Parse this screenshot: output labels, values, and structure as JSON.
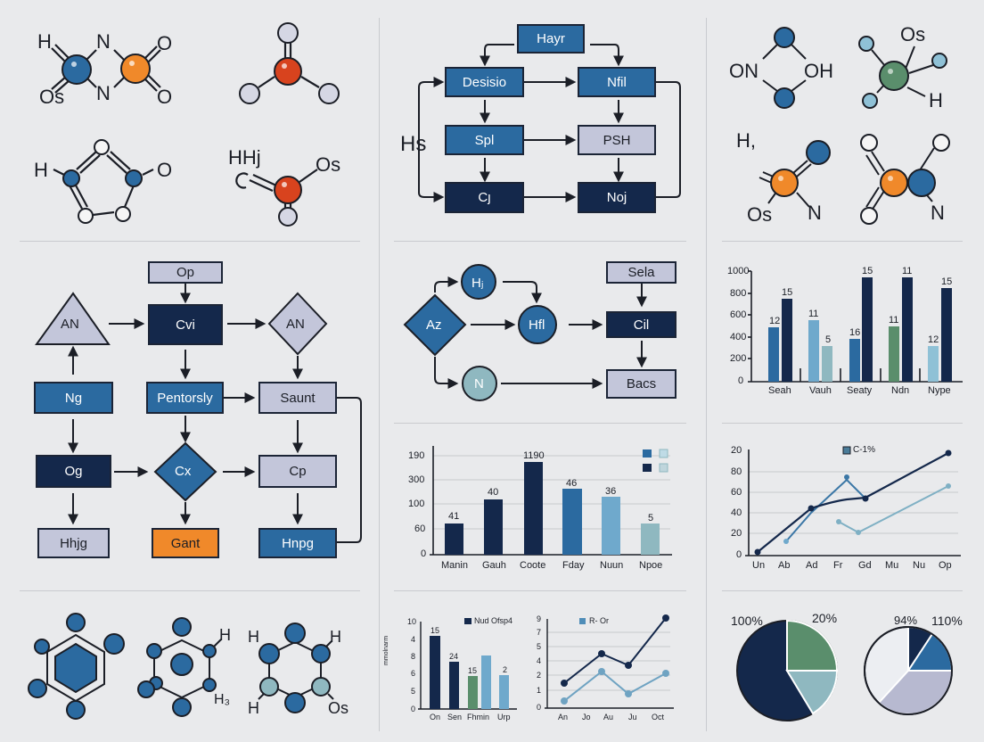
{
  "colors": {
    "background": "#e9eaec",
    "navy": "#14284b",
    "blue": "#2b6aa0",
    "light_blue": "#8fc1d6",
    "lavender": "#c3c6da",
    "orange": "#f0892a",
    "red": "#d8431e",
    "green": "#5a8e6c",
    "teal": "#8fb8c0"
  },
  "molecules_top_left": {
    "m1": {
      "labels": [
        "H",
        "N",
        "O",
        "Os",
        "N",
        "O"
      ]
    },
    "m2": {
      "labels": []
    },
    "m3": {
      "labels": [
        "H",
        "O"
      ]
    },
    "m4": {
      "labels": [
        "HHj",
        "Os"
      ]
    }
  },
  "flow_top": {
    "nodes": {
      "hayr": "Hayr",
      "desisio": "Desisio",
      "nfil": "Nfil",
      "spl": "Spl",
      "psh": "PSH",
      "cj": "Cȷ",
      "noj": "Noj"
    },
    "side_label": "Hs"
  },
  "molecules_top_right": {
    "m1": {
      "labels": [
        "ON",
        "OH"
      ]
    },
    "m2": {
      "labels": [
        "Os",
        "H"
      ]
    },
    "m3": {
      "labels": [
        "H,",
        "Os",
        "N"
      ]
    },
    "m4": {
      "labels": [
        "N"
      ]
    }
  },
  "flow_left": {
    "nodes": {
      "op": "Op",
      "an_triangle": "AN",
      "cvi": "Cvi",
      "an_diamond": "AN",
      "ng": "Ng",
      "pentorsly": "Pentorsly",
      "saunt": "Saunt",
      "og": "Og",
      "cx": "Cx",
      "cp": "Cp",
      "hhjg": "Hhjg",
      "gant": "Gant",
      "hnpg": "Hnpg"
    }
  },
  "flow_center": {
    "nodes": {
      "az": "Az",
      "hj": "Hⱼ",
      "hfl": "Hfl",
      "n": "N",
      "sela": "Sela",
      "cil": "Cil",
      "bacs": "Bacs"
    }
  },
  "molecules_bottom_left": {
    "m2": {
      "labels": [
        "H",
        "H₃"
      ]
    },
    "m3": {
      "labels": [
        "H",
        "H",
        "H",
        "Os"
      ]
    }
  },
  "chart_data": [
    {
      "id": "grouped-bar-top-right",
      "type": "bar",
      "categories": [
        "Seah",
        "Vauh",
        "Seaty",
        "Ndn",
        "Nype"
      ],
      "series": [
        {
          "name": "series-a",
          "values": [
            480,
            550,
            380,
            490,
            320
          ],
          "labels": [
            "12",
            "11",
            "16",
            "11",
            "12"
          ],
          "colors": [
            "#2b6aa0",
            "#6fa9cc",
            "#2b6aa0",
            "#5a8e6c",
            "#8fc1d6"
          ]
        },
        {
          "name": "series-b",
          "values": [
            750,
            310,
            950,
            950,
            850
          ],
          "labels": [
            "15",
            "5",
            "15",
            "11",
            "15"
          ],
          "colors": [
            "#14284b",
            "#8fb8c0",
            "#14284b",
            "#14284b",
            "#14284b"
          ]
        }
      ],
      "yticks": [
        "0",
        "200",
        "400",
        "600",
        "800",
        "1000"
      ],
      "ylim": [
        0,
        1000
      ],
      "title": "",
      "xlabel": "",
      "ylabel": ""
    },
    {
      "id": "bar-center",
      "type": "bar",
      "categories": [
        "Manin",
        "Gauh",
        "Coote",
        "Fday",
        "Nuun",
        "Npoe"
      ],
      "values": [
        41,
        115,
        195,
        140,
        120,
        65
      ],
      "value_labels": [
        "41",
        "40",
        "1190",
        "46",
        "36",
        "5"
      ],
      "colors": [
        "#14284b",
        "#14284b",
        "#14284b",
        "#2b6aa0",
        "#6fa9cc",
        "#8fb8c0"
      ],
      "yticks": [
        "0",
        "60",
        "100",
        "300",
        "190"
      ],
      "legend": [
        {
          "color": "#2b6aa0"
        },
        {
          "color": "#bfdbe6"
        },
        {
          "color": "#14284b"
        },
        {
          "color": "#bfd5dc"
        }
      ],
      "grid": true,
      "title": "",
      "xlabel": "",
      "ylabel": ""
    },
    {
      "id": "line-right",
      "type": "line",
      "x": [
        "Un",
        "Ab",
        "Ad",
        "Fr",
        "Gd",
        "Mu",
        "Nu",
        "Op"
      ],
      "yticks": [
        "0",
        "20",
        "40",
        "60",
        "80",
        "20"
      ],
      "legend": [
        {
          "name": "C-1%",
          "color": "#4a7c99"
        }
      ],
      "series": [
        {
          "name": "navy",
          "color": "#14284b",
          "points": [
            [
              0,
              2
            ],
            [
              2.1,
              44
            ],
            [
              2.8,
              52
            ],
            [
              4,
              54
            ],
            [
              7,
              97
            ]
          ]
        },
        {
          "name": "blue",
          "color": "#3b77a6",
          "points": [
            [
              1.4,
              13
            ],
            [
              2.4,
              39
            ],
            [
              3.4,
              74
            ],
            [
              4,
              54
            ]
          ]
        },
        {
          "name": "light",
          "color": "#7fb0c4",
          "points": [
            [
              3.1,
              31
            ],
            [
              3.8,
              21
            ],
            [
              7,
              66
            ]
          ]
        }
      ],
      "ylim": [
        0,
        100
      ],
      "grid": true,
      "title": "",
      "xlabel": "",
      "ylabel": ""
    },
    {
      "id": "small-bar-bottom",
      "type": "bar",
      "categories": [
        "On",
        "Sen",
        "Fhmin",
        "Urp"
      ],
      "series": [
        {
          "name": "Nud Ofsp4",
          "values": [
            4.3,
            3.2,
            2.4,
            2.4
          ],
          "labels": [
            "15",
            "24",
            "15",
            "2"
          ]
        },
        {
          "name": "extra",
          "values": [
            0,
            0,
            3.5,
            0
          ]
        }
      ],
      "colors": [
        "#14284b",
        "#14284b",
        "#5a8e6c",
        "#6fa9cc"
      ],
      "legend": [
        {
          "name": "Nud Ofsp4",
          "color": "#14284b"
        }
      ],
      "yticks": [
        "0",
        "5",
        "6",
        "8",
        "4",
        "10"
      ],
      "ylabel": "mmolnarm",
      "title": "",
      "xlabel": ""
    },
    {
      "id": "small-line-bottom",
      "type": "line",
      "x": [
        "An",
        "Jo",
        "Au",
        "Ju",
        "Oct"
      ],
      "yticks": [
        "0",
        "1",
        "2",
        "4",
        "5",
        "7",
        "9"
      ],
      "legend": [
        {
          "name": "R- Or",
          "color": "#4f8db8"
        }
      ],
      "series": [
        {
          "name": "navy",
          "color": "#14284b",
          "points": [
            [
              "An",
              1.7
            ],
            [
              "Au",
              3.7
            ],
            [
              "Ju",
              2.9
            ],
            [
              "Oct",
              6
            ]
          ]
        },
        {
          "name": "light",
          "color": "#6fa3c2",
          "points": [
            [
              "An",
              0.5
            ],
            [
              "Au",
              2.5
            ],
            [
              "Ju",
              1
            ],
            [
              "Oct",
              2.4
            ]
          ]
        }
      ],
      "grid": true,
      "title": "",
      "xlabel": "",
      "ylabel": ""
    },
    {
      "id": "pie-left",
      "type": "pie",
      "labels": [
        "100%",
        "20%"
      ],
      "slices": [
        {
          "color": "#5a8e6c",
          "value": 25
        },
        {
          "color": "#8fb8c0",
          "value": 18
        },
        {
          "color": "#14284b",
          "value": 57
        }
      ]
    },
    {
      "id": "pie-right",
      "type": "pie",
      "labels": [
        "94%",
        "110%"
      ],
      "slices": [
        {
          "color": "#14284b",
          "value": 10
        },
        {
          "color": "#2b6aa0",
          "value": 15
        },
        {
          "color": "#b7b9d0",
          "value": 40
        },
        {
          "color": "#eceef2",
          "value": 35
        }
      ]
    }
  ]
}
